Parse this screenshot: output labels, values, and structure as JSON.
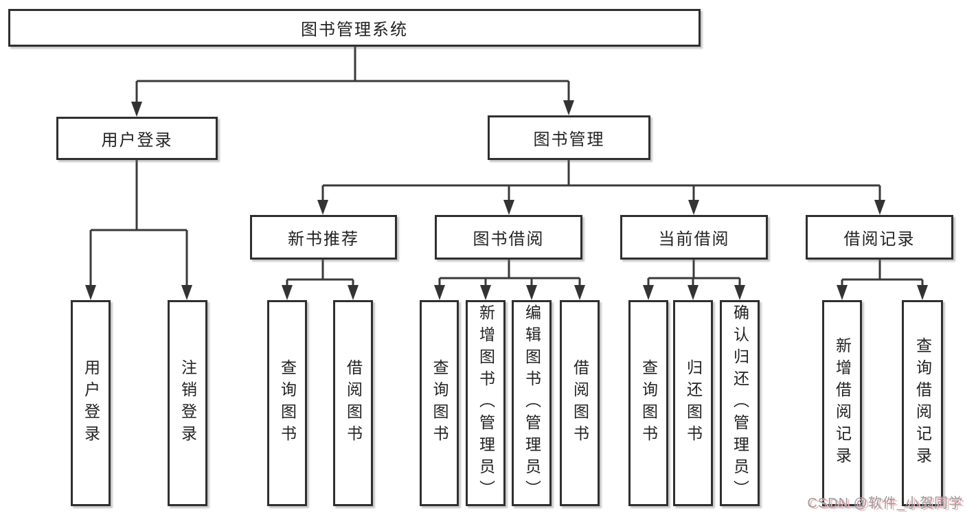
{
  "nodes": {
    "root": {
      "label": "图书管理系统"
    },
    "user_login": {
      "label": "用户登录"
    },
    "book_mgmt": {
      "label": "图书管理"
    },
    "new_book_rec": {
      "label": "新书推荐"
    },
    "book_borrow": {
      "label": "图书借阅"
    },
    "current_borrow": {
      "label": "当前借阅"
    },
    "borrow_record": {
      "label": "借阅记录"
    },
    "leaf_user_login": {
      "label": "用户登录"
    },
    "leaf_logout": {
      "label": "注销登录"
    },
    "leaf_nb_query": {
      "label": "查询图书"
    },
    "leaf_nb_borrow": {
      "label": "借阅图书"
    },
    "leaf_bb_query": {
      "label": "查询图书"
    },
    "leaf_bb_add": {
      "label": "新增图书（管理员）"
    },
    "leaf_bb_edit": {
      "label": "编辑图书（管理员）"
    },
    "leaf_bb_borrow": {
      "label": "借阅图书"
    },
    "leaf_cb_query": {
      "label": "查询图书"
    },
    "leaf_cb_return": {
      "label": "归还图书"
    },
    "leaf_cb_confirm": {
      "label": "确认归还（管理员）"
    },
    "leaf_br_add": {
      "label": "新增借阅记录"
    },
    "leaf_br_query": {
      "label": "查询借阅记录"
    }
  },
  "colors": {
    "line": "#3a3a3a",
    "box_border": "#2f2f2f",
    "text": "#222222"
  },
  "watermark": {
    "text": "CSDN @软件_小贺同学",
    "color": "#9c9c9c",
    "shadow_color": "#f5b6be"
  }
}
